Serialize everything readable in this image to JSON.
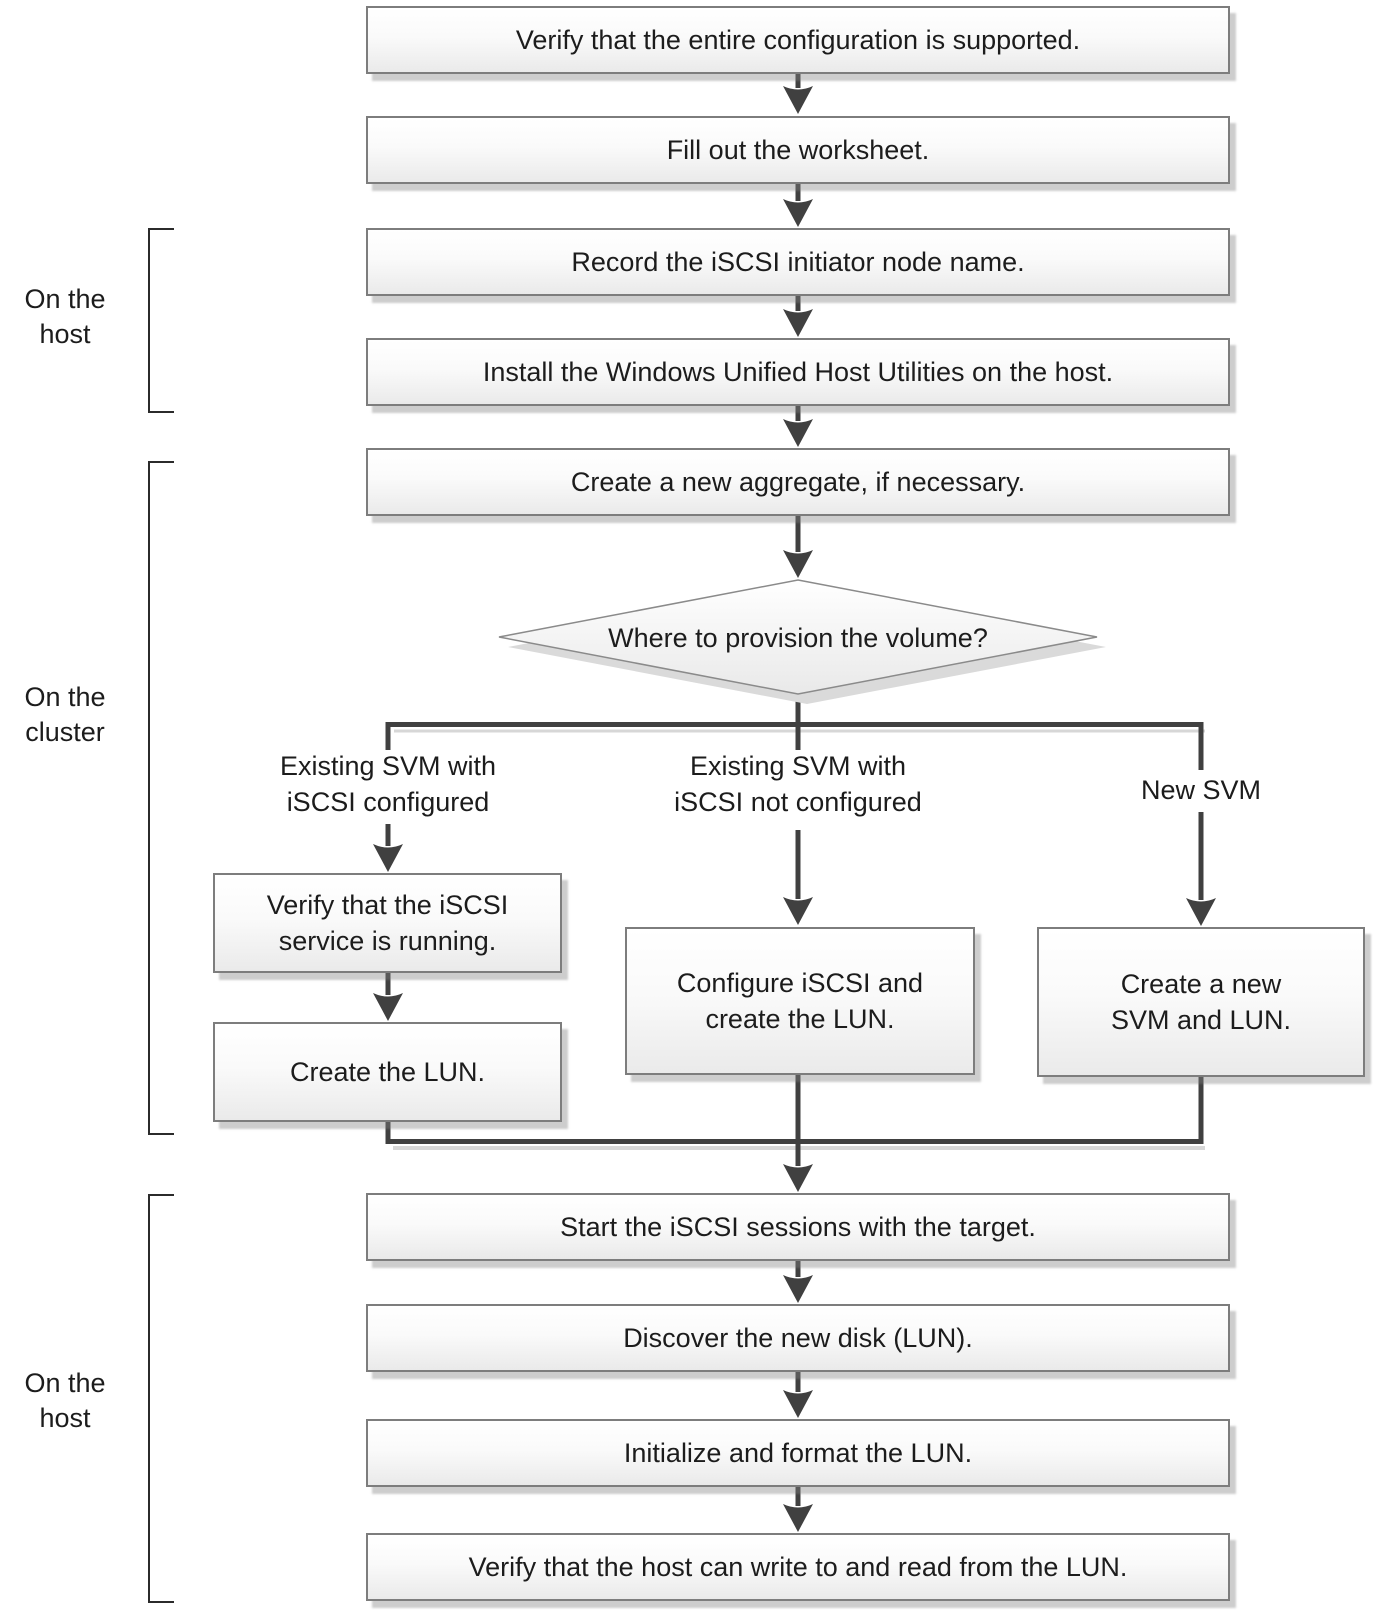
{
  "side_labels": {
    "host_top": "On the\nhost",
    "cluster": "On the\ncluster",
    "host_bottom": "On the\nhost"
  },
  "steps": {
    "verify_config": "Verify that the entire configuration is supported.",
    "fill_worksheet": "Fill out the worksheet.",
    "record_initiator": "Record the iSCSI initiator node name.",
    "install_utilities": "Install the Windows Unified Host Utilities on the host.",
    "create_aggregate": "Create a new aggregate, if necessary.",
    "start_sessions": "Start the iSCSI sessions with the target.",
    "discover_disk": "Discover the new disk (LUN).",
    "initialize_format": "Initialize and format the LUN.",
    "verify_read_write": "Verify that the host can write to and read from the LUN."
  },
  "decision": {
    "question": "Where to provision the volume?"
  },
  "branches": {
    "existing_configured": {
      "label": "Existing SVM with\niSCSI configured",
      "steps": {
        "verify_service": "Verify that the iSCSI\nservice is running.",
        "create_lun": "Create the LUN."
      }
    },
    "existing_not_configured": {
      "label": "Existing SVM with\niSCSI not configured",
      "step": "Configure iSCSI and\ncreate the LUN."
    },
    "new_svm": {
      "label": "New SVM",
      "step": "Create a new\nSVM and LUN."
    }
  },
  "colors": {
    "arrow": "#404040",
    "box_border": "#7d7d7d",
    "bracket": "#2b2b2b",
    "text": "#1c1c1c"
  }
}
